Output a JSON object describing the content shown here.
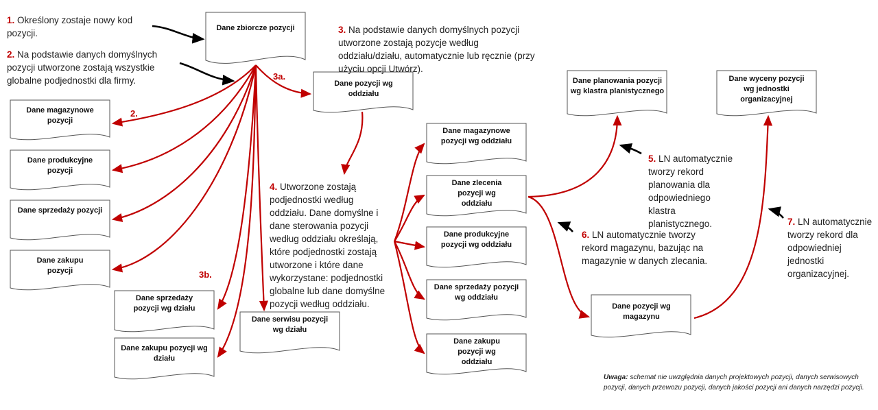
{
  "documents": {
    "zbiorcze": "Dane zbiorcze pozycji",
    "magazynowe": "Dane magazynowe pozycji",
    "produkcyjne": "Dane produkcyjne pozycji",
    "sprzedazy": "Dane sprzedaży pozycji",
    "zakupu": "Dane zakupu pozycji",
    "sprzedazy_dzial": "Dane sprzedaży pozycji wg działu",
    "zakupu_dzial": "Dane zakupu pozycji wg działu",
    "serwisu_dzial": "Dane serwisu pozycji wg działu",
    "oddzial": "Dane pozycji wg oddziału",
    "mag_oddzial": "Dane magazynowe pozycji wg oddziału",
    "zlecenia_oddzial": "Dane zlecenia pozycji wg oddziału",
    "prod_oddzial": "Dane produkcyjne pozycji wg oddziału",
    "sprz_oddzial": "Dane sprzedaży pozycji wg oddziału",
    "zak_oddzial": "Dane zakupu pozycji wg oddziału",
    "planowania": "Dane planowania pozycji wg klastra planistycznego",
    "wyceny": "Dane wyceny pozycji wg jednostki organizacyjnej",
    "magazynu": "Dane pozycji wg magazynu"
  },
  "annotations": {
    "a1_num": "1.",
    "a1_text": "Określony zostaje nowy kod pozycji.",
    "a2_num": "2.",
    "a2_text": "Na podstawie danych domyślnych pozycji utworzone zostają wszystkie globalne podjednostki dla firmy.",
    "a3_num": "3.",
    "a3_text": "Na podstawie danych domyślnych pozycji utworzone zostają pozycje według oddziału/działu, automatycznie lub ręcznie (przy użyciu opcji Utwórz).",
    "a4_num": "4.",
    "a4_text": "Utworzone zostają podjednostki według oddziału. Dane domyślne i dane sterowania pozycji według oddziału określają, które podjednostki zostają utworzone i które dane wykorzystane: podjednostki globalne lub dane domyślne pozycji według oddziału.",
    "a5_num": "5.",
    "a5_text": "LN automatycznie tworzy rekord planowania dla odpowiedniego klastra planistycznego.",
    "a6_num": "6.",
    "a6_text": "LN automatycznie tworzy rekord magazynu, bazując na magazynie w danych zlecania.",
    "a7_num": "7.",
    "a7_text": "LN automatycznie tworzy rekord dla odpowiedniej jednostki organizacyjnej."
  },
  "labels": {
    "l2": "2.",
    "l3a": "3a.",
    "l3b": "3b."
  },
  "note": {
    "title": "Uwaga:",
    "text": "schemat nie uwzględnia danych projektowych pozycji, danych serwisowych pozycji, danych przewozu pozycji, danych jakości pozycji ani danych narzędzi pozycji."
  },
  "colors": {
    "arrow": "#c00000",
    "black_arrow": "#000000"
  }
}
